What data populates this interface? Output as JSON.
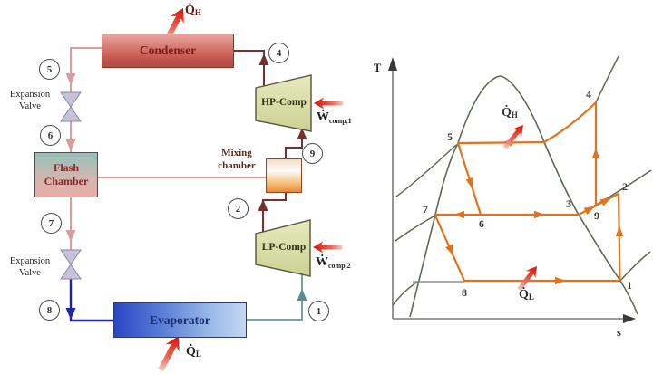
{
  "schematic": {
    "condenser_label": "Condenser",
    "evaporator_label": "Evaporator",
    "flash_chamber": {
      "line1": "Flash",
      "line2": "Chamber"
    },
    "mixing_chamber": {
      "line1": "Mixing",
      "line2": "chamber"
    },
    "hp_compressor_label": "HP-Comp",
    "lp_compressor_label": "LP-Comp",
    "expansion_valve_upper": {
      "line1": "Expansion",
      "line2": "Valve"
    },
    "expansion_valve_lower": {
      "line1": "Expansion",
      "line2": "Valve"
    },
    "heat_rejected": {
      "symbol": "Q̇",
      "subscript": "H"
    },
    "heat_absorbed": {
      "symbol": "Q̇",
      "subscript": "L"
    },
    "work_hp": {
      "symbol": "Ẇ",
      "subscript": "comp,1"
    },
    "work_lp": {
      "symbol": "Ẇ",
      "subscript": "comp,2"
    },
    "state_circles": {
      "c1": "1",
      "c2": "2",
      "c4": "4",
      "c5": "5",
      "c6": "6",
      "c7": "7",
      "c8": "8",
      "c9": "9"
    }
  },
  "ts_diagram": {
    "y_axis_label": "T",
    "x_axis_label": "s",
    "heat_high": {
      "symbol": "Q̇",
      "subscript": "H"
    },
    "heat_low": {
      "symbol": "Q̇",
      "subscript": "L"
    },
    "point_labels": {
      "p1": "1",
      "p2": "2",
      "p3": "3",
      "p4": "4",
      "p5": "5",
      "p6": "6",
      "p7": "7",
      "p8": "8",
      "p9": "9"
    }
  },
  "colors": {
    "liquid_line_pink": "#dc9c9c",
    "vapor_line_maroon": "#7a2e2e",
    "low_liquid_line_navy": "#2222ad",
    "suction_line_teal": "#68969a",
    "cycle_orange": "#e2731c",
    "saturation_dome_green": "#5c6b54",
    "axis_gray": "#7a7a7a",
    "heat_arrow_red": "#da1f14",
    "valve_lavender": "#c9c0da",
    "compressor_khaki": "#d8dca6"
  }
}
